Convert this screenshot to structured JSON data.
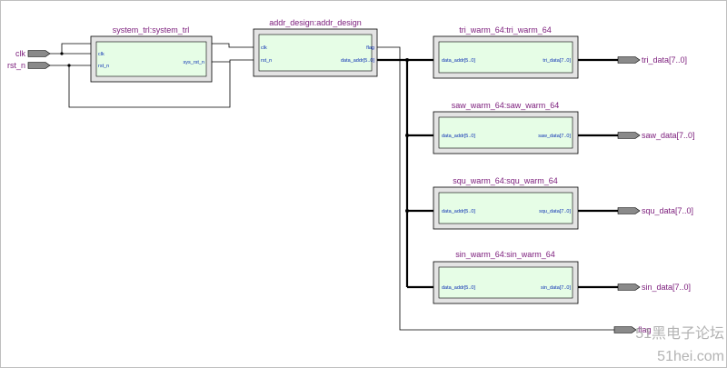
{
  "inputs": [
    {
      "label": "clk"
    },
    {
      "label": "rst_n"
    }
  ],
  "modules": [
    {
      "title": "system_trl:system_trl",
      "left_ports": [
        "clk",
        "rst_n"
      ],
      "right_ports": [
        "sys_rst_n"
      ]
    },
    {
      "title": "addr_design:addr_design",
      "left_ports": [
        "clk",
        "rst_n"
      ],
      "right_ports": [
        "flag",
        "data_addr[5..0]"
      ]
    },
    {
      "title": "tri_warm_64:tri_warm_64",
      "left_ports": [
        "data_addr[5..0]"
      ],
      "right_ports": [
        "tri_data[7..0]"
      ]
    },
    {
      "title": "saw_warm_64:saw_warm_64",
      "left_ports": [
        "data_addr[5..0]"
      ],
      "right_ports": [
        "saw_data[7..0]"
      ]
    },
    {
      "title": "squ_warm_64:squ_warm_64",
      "left_ports": [
        "data_addr[5..0]"
      ],
      "right_ports": [
        "squ_data[7..0]"
      ]
    },
    {
      "title": "sin_warm_64:sin_warm_64",
      "left_ports": [
        "data_addr[5..0]"
      ],
      "right_ports": [
        "sin_data[7..0]"
      ]
    }
  ],
  "outputs": [
    {
      "label": "tri_data[7..0]"
    },
    {
      "label": "saw_data[7..0]"
    },
    {
      "label": "squ_data[7..0]"
    },
    {
      "label": "sin_data[7..0]"
    },
    {
      "label": "flag"
    }
  ],
  "watermark": {
    "line1": "51黑电子论坛",
    "line2": "51hei.com"
  },
  "colors": {
    "block_fill": "#e6fde6",
    "block_frame": "#e3e3e3",
    "wire": "#000000",
    "port_text": "#0b2fb3",
    "title_text": "#7a1a7a",
    "pin_fill": "#8a8a8a"
  }
}
